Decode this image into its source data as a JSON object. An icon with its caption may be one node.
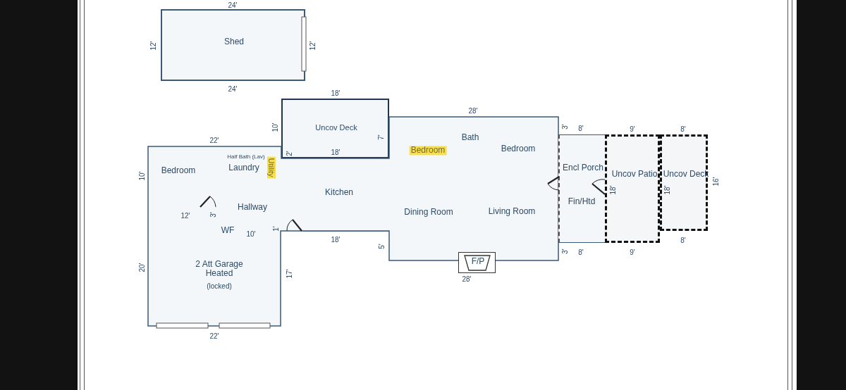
{
  "diagram": {
    "nodes": [
      {
        "text": [
          "Shed"
        ]
      },
      {
        "text": [
          "Uncov Deck"
        ]
      },
      {
        "text": [
          "Half Bath (Lav)",
          "Bedroom",
          "Laundry",
          "Utility",
          "Hallway",
          "Kitchen",
          "WF",
          "2 Att Garage Heated",
          "(locked)",
          "Bath",
          "Bedroom",
          "Bedroom",
          "Dining Room",
          "Living Room"
        ]
      },
      {
        "text": [
          "F/P"
        ]
      },
      {
        "text": [
          "Encl Porch",
          "Fin/Htd"
        ]
      },
      {
        "text": [
          "Uncov Patio"
        ]
      },
      {
        "text": [
          "Uncov Deck"
        ]
      }
    ],
    "edges": [],
    "labels": [
      "24'",
      "12'",
      "12'",
      "24'",
      "18'",
      "10'",
      "7'",
      "28'",
      "3'",
      "8'",
      "9'",
      "8'",
      "22'",
      "2'",
      "18'",
      "10'",
      "16'",
      "18'",
      "18'",
      "12'",
      "3'",
      "10'",
      "1'",
      "18'",
      "5'",
      "3'",
      "8'",
      "9'",
      "8'",
      "20'",
      "17'",
      "28'",
      "22'"
    ]
  }
}
